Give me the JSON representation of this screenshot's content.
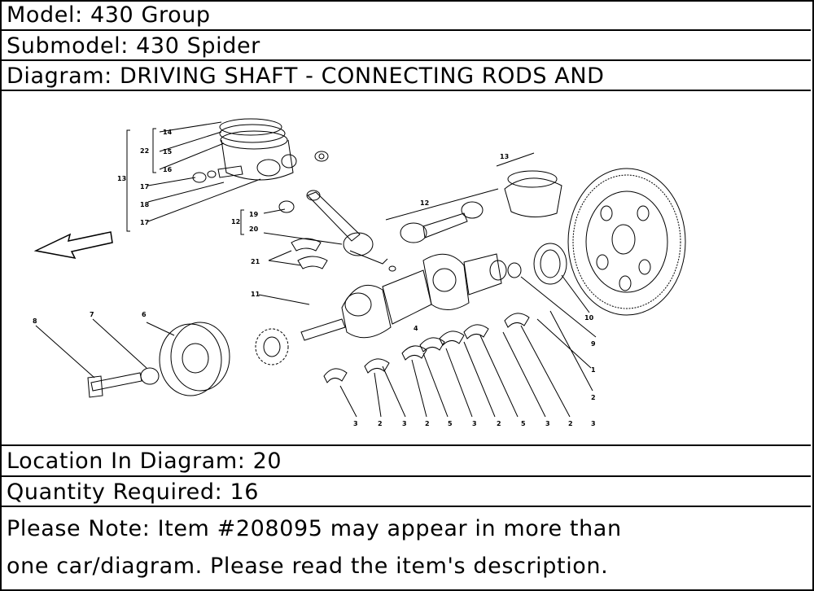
{
  "header": {
    "model": "Model: 430 Group",
    "submodel": "Submodel: 430 Spider",
    "diagram": "Diagram: DRIVING SHAFT - CONNECTING RODS AND"
  },
  "diagram": {
    "callouts": [
      "14",
      "22",
      "15",
      "16",
      "13",
      "17",
      "18",
      "17",
      "13",
      "12",
      "19",
      "12",
      "20",
      "21",
      "11",
      "8",
      "7",
      "6",
      "4",
      "1",
      "2",
      "10",
      "9",
      "3",
      "2",
      "3",
      "2",
      "5",
      "3",
      "2",
      "5",
      "3",
      "2",
      "3"
    ]
  },
  "footer": {
    "location": "Location In Diagram: 20",
    "quantity": "Quantity Required: 16",
    "note_line1": "Please Note: Item #208095 may appear in more than",
    "note_line2": "one car/diagram. Please read the item's description."
  }
}
